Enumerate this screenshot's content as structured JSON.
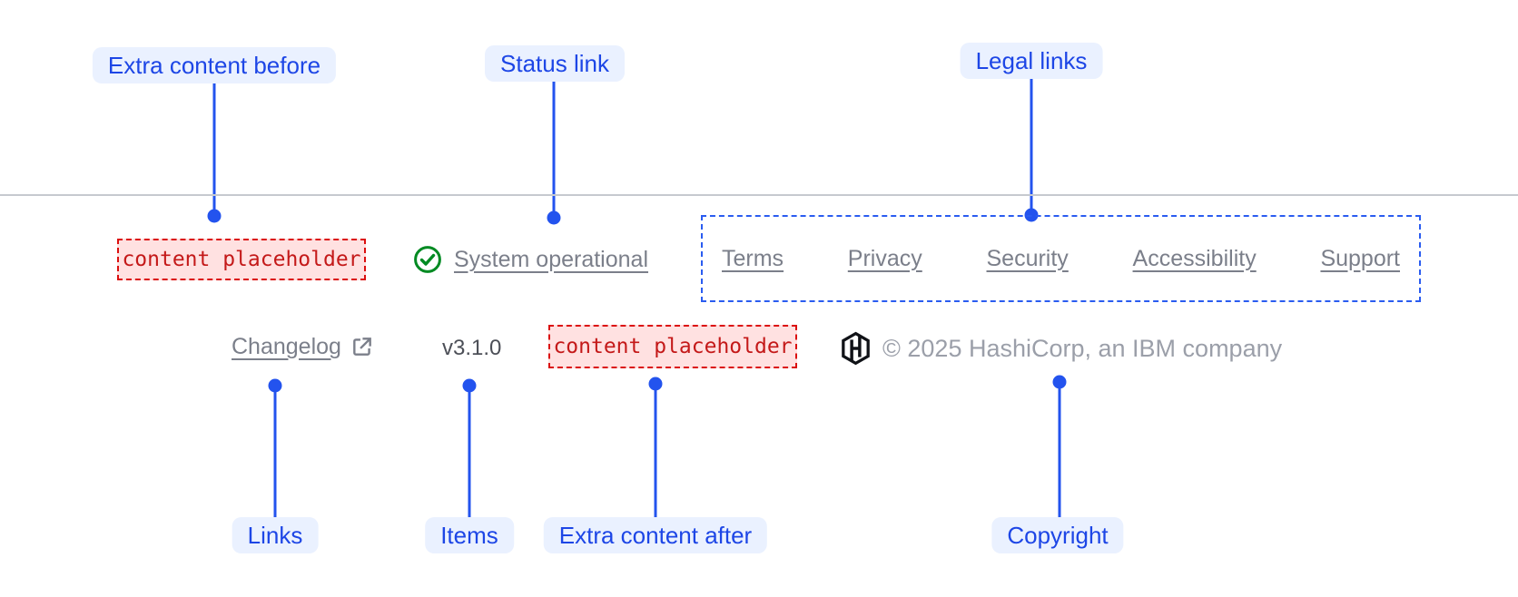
{
  "colors": {
    "accent_blue": "#2353ee",
    "callout_pill_bg": "#eaf1ff",
    "callout_text_blue": "#1d46e6",
    "placeholder_red": "#c41919",
    "placeholder_border": "#db0e0e",
    "placeholder_bg": "#ffe1e1",
    "success_green": "#008a22",
    "footer_link_gray": "#7b7f8a",
    "divider_gray": "#c6c9cf",
    "logo_black": "#101217"
  },
  "callouts": {
    "extra_content_before": "Extra content before",
    "status_link": "Status link",
    "legal_links": "Legal links",
    "links": "Links",
    "items": "Items",
    "extra_content_after": "Extra content after",
    "copyright": "Copyright"
  },
  "footer": {
    "extra_content_before_placeholder": "content placeholder",
    "status": {
      "label": "System operational",
      "icon": "check-circle-icon"
    },
    "legal_links": [
      "Terms",
      "Privacy",
      "Security",
      "Accessibility",
      "Support"
    ],
    "links": [
      {
        "label": "Changelog",
        "external": true
      }
    ],
    "version": "v3.1.0",
    "extra_content_after_placeholder": "content placeholder",
    "logo": "hashicorp-logo",
    "copyright": "© 2025 HashiCorp, an IBM company"
  }
}
